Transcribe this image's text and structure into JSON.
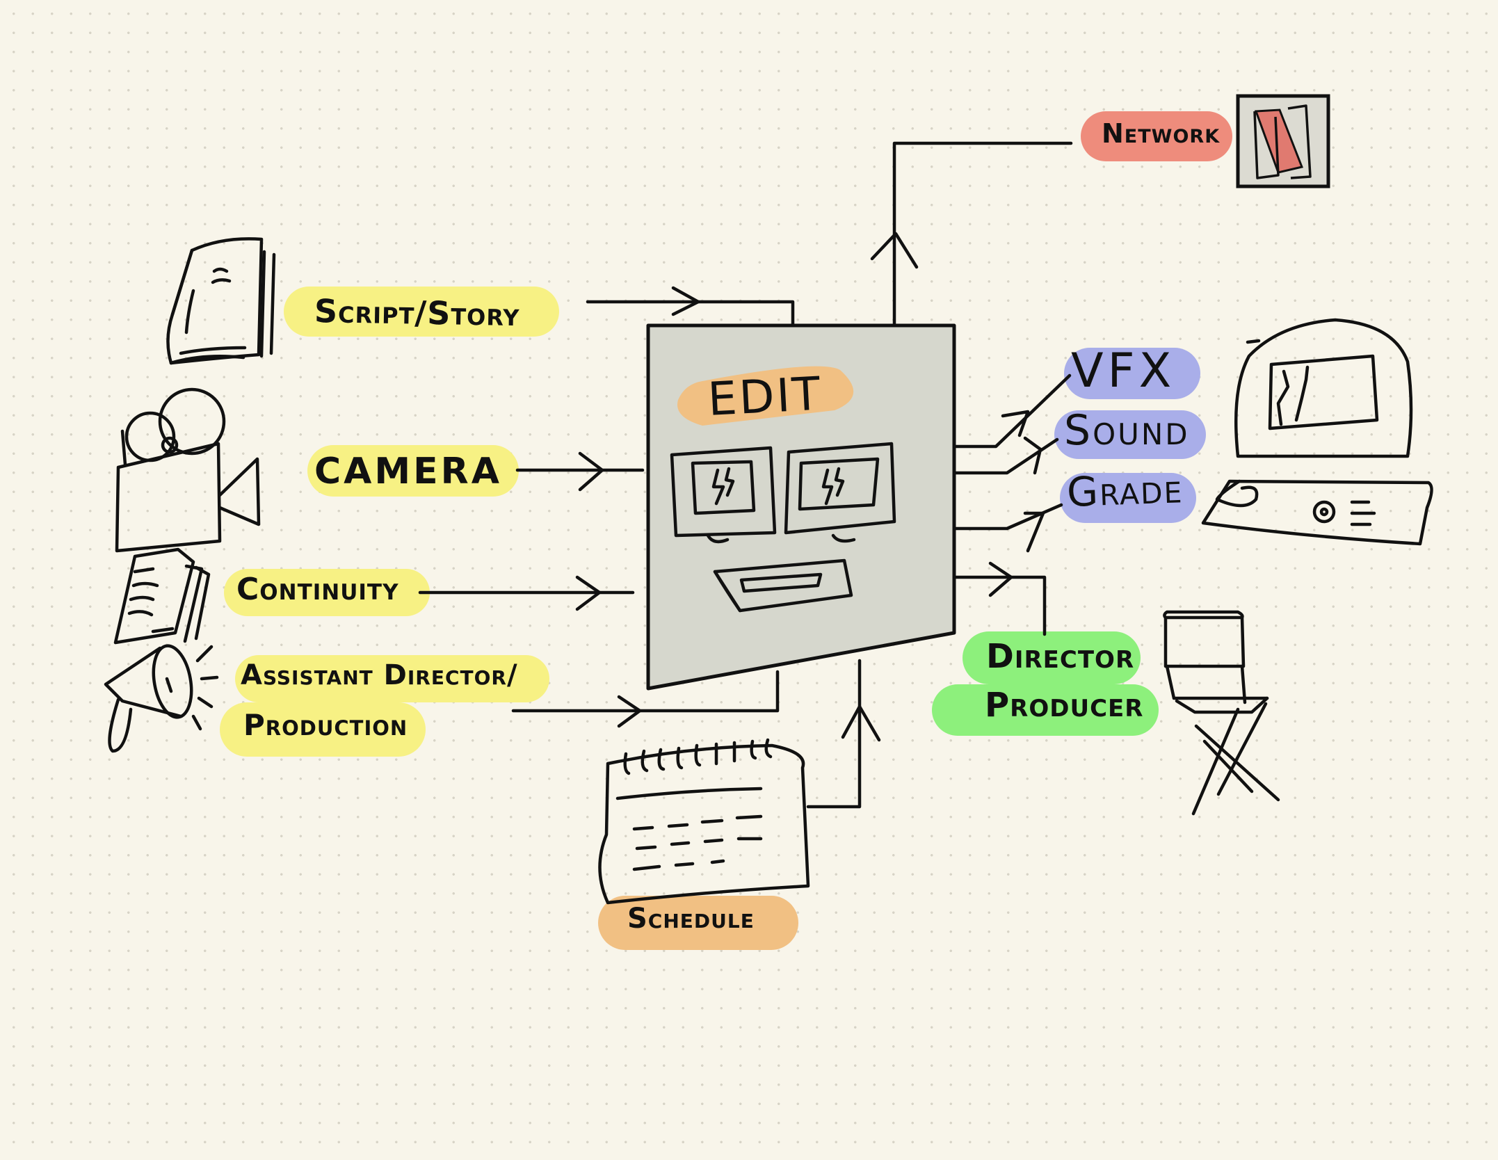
{
  "colors": {
    "yellow": "#f7f184",
    "orange": "#f1c083",
    "red": "#ee8c7c",
    "purple": "#a9aee9",
    "green": "#8df07c",
    "edit_box": "#d6d7cd",
    "logo_red": "#e07a70"
  },
  "inputs": [
    {
      "id": "script",
      "label": "Script/Story",
      "icon": "script-book-icon"
    },
    {
      "id": "camera",
      "label": "CAMERA",
      "icon": "film-camera-icon"
    },
    {
      "id": "continuity",
      "label": "Continuity",
      "icon": "notes-icon"
    },
    {
      "id": "ad",
      "label_line1": "Assistant Director/",
      "label_line2": "Production",
      "icon": "megaphone-icon"
    }
  ],
  "center": {
    "label": "EDIT",
    "icon": "edit-workstation-icon"
  },
  "schedule": {
    "label": "Schedule",
    "icon": "calendar-icon"
  },
  "network": {
    "label": "Network",
    "logo_letter": "N",
    "icon": "network-logo-icon"
  },
  "post_outputs": [
    {
      "id": "vfx",
      "label": "VFX"
    },
    {
      "id": "sound",
      "label": "Sound"
    },
    {
      "id": "grade",
      "label": "Grade"
    }
  ],
  "post_icon": "computer-monitor-icon",
  "review": {
    "label_line1": "Director",
    "label_line2": "Producer",
    "icon": "directors-chair-icon"
  }
}
